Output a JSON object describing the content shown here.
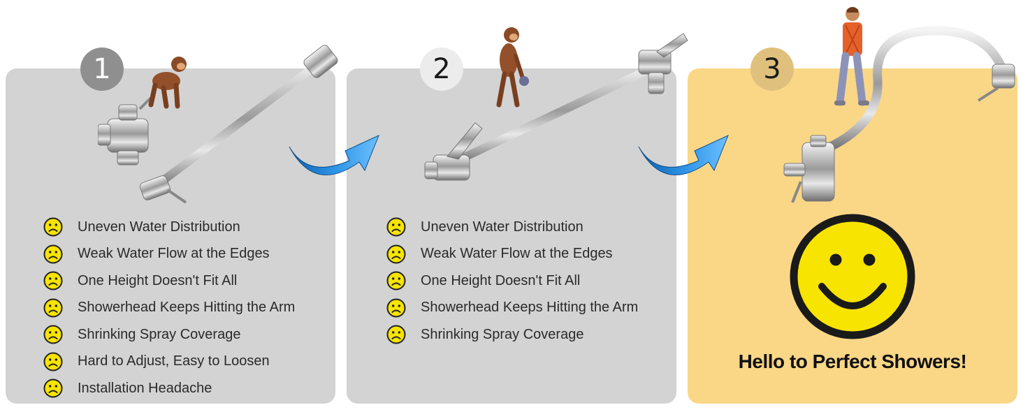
{
  "steps": [
    {
      "number": "1",
      "issues": [
        "Uneven Water Distribution",
        "Weak Water Flow at the Edges",
        "One Height Doesn't Fit All",
        "Showerhead Keeps Hitting the Arm",
        "Shrinking Spray Coverage",
        "Hard to Adjust, Easy to Loosen",
        "Installation Headache"
      ]
    },
    {
      "number": "2",
      "issues": [
        "Uneven Water Distribution",
        "Weak Water Flow at the Edges",
        "One Height Doesn't Fit All",
        "Showerhead Keeps Hitting the Arm",
        "Shrinking Spray Coverage"
      ]
    },
    {
      "number": "3",
      "message": "Hello to Perfect Showers!"
    }
  ],
  "icons": {
    "issue": "sad-face-icon",
    "result": "smiley-face-icon",
    "transition": "curved-arrow-icon"
  },
  "colors": {
    "panel_gray": "#d3d3d3",
    "panel_gold": "#fad787",
    "emoji_yellow": "#f7e400",
    "arrow_blue": "#2a8fe0"
  }
}
